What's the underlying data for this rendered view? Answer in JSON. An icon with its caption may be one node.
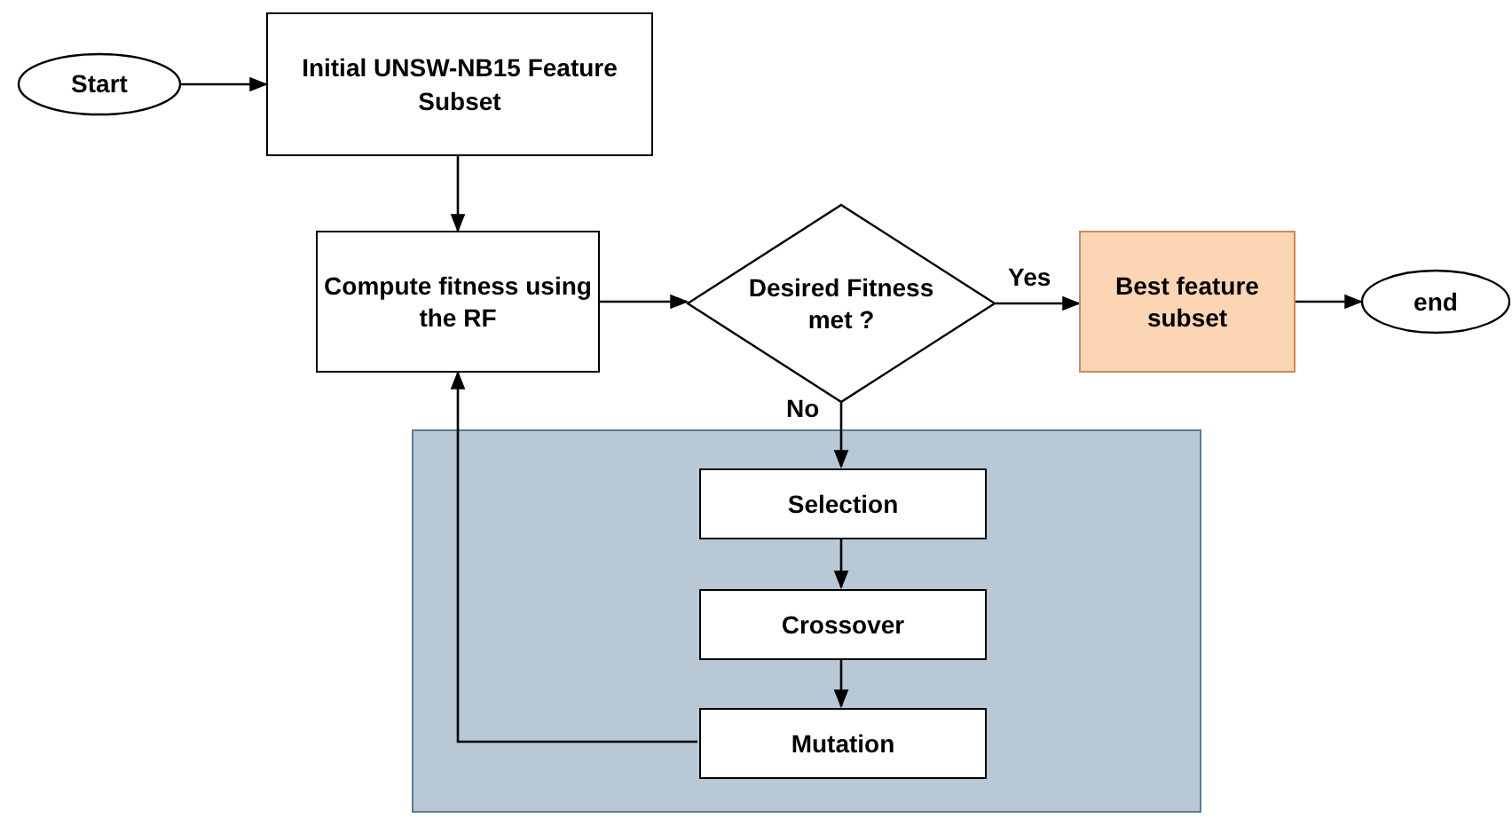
{
  "diagram": {
    "nodes": [
      {
        "text": [
          "Start"
        ]
      },
      {
        "text": [
          "Initial UNSW-NB15 Feature Subset"
        ]
      },
      {
        "text": [
          "Compute fitness using the RF"
        ]
      },
      {
        "text": [
          "Desired Fitness met ?"
        ]
      },
      {
        "text": [
          "Best feature subset"
        ]
      },
      {
        "text": [
          "end"
        ]
      },
      {
        "text": [],
        "shape": "box"
      },
      {
        "text": [
          "Selection"
        ],
        "in": 6
      },
      {
        "text": [
          "Crossover"
        ],
        "in": 6
      },
      {
        "text": [
          "Mutation"
        ],
        "in": 6
      }
    ],
    "edges": [
      {
        "from": 0,
        "to": 1,
        "arrow": "to"
      },
      {
        "from": 1,
        "to": 2,
        "arrow": "to"
      },
      {
        "from": 2,
        "to": 3,
        "arrow": "to"
      },
      {
        "from": 3,
        "to": 4,
        "arrow": "to",
        "label": "Yes"
      },
      {
        "from": 4,
        "to": 5,
        "arrow": "to"
      },
      {
        "from": 3,
        "to": 7,
        "arrow": "to",
        "label": "No"
      },
      {
        "from": 7,
        "to": 8,
        "arrow": "to"
      },
      {
        "from": 8,
        "to": 9,
        "arrow": "to"
      },
      {
        "from": 9,
        "to": 2,
        "arrow": "to"
      }
    ]
  }
}
